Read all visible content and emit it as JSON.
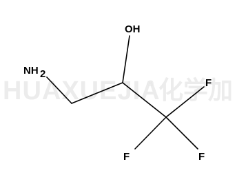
{
  "watermark": {
    "latin": "HUAXUEJIA",
    "registered": "®",
    "cjk": "化学加"
  },
  "molecule": {
    "atoms": {
      "amine": "NH",
      "amine_subscript": "2",
      "hydroxyl": "OH",
      "fluorine_1": "F",
      "fluorine_2": "F",
      "fluorine_3": "F"
    }
  },
  "colors": {
    "bond": "#000000",
    "watermark": "#ececec"
  }
}
